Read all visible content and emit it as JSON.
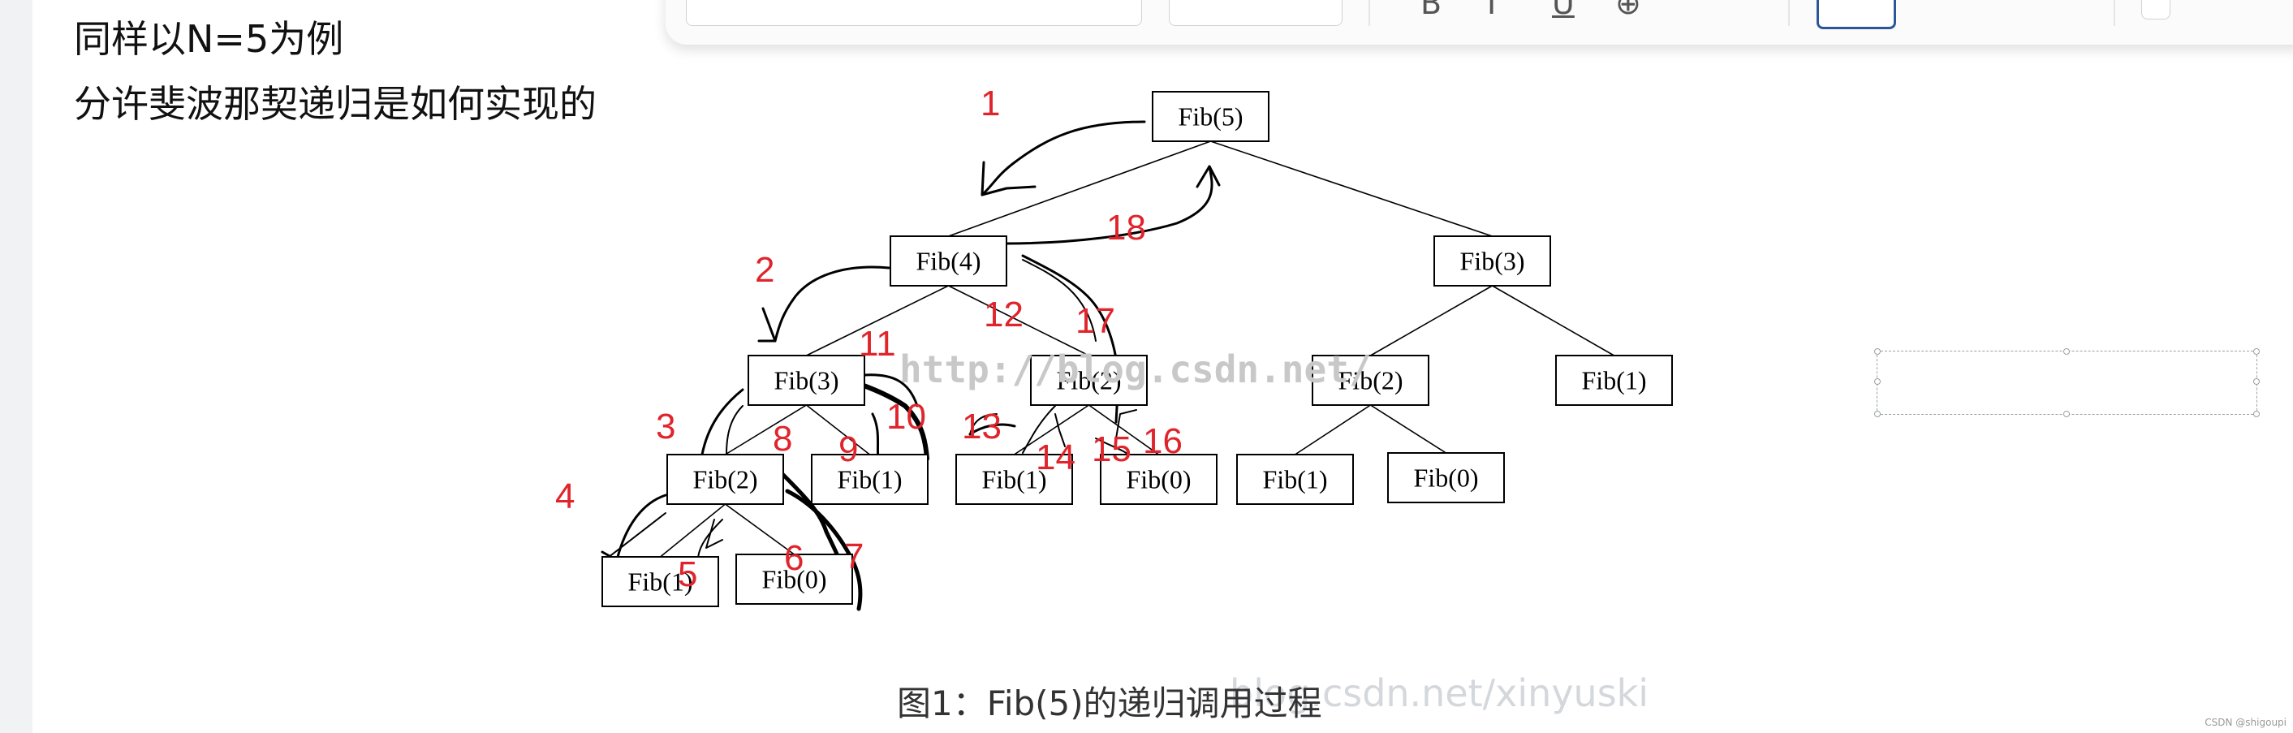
{
  "text": {
    "heading_line1": "同样以N=5为例",
    "heading_line2": "分许斐波那契递归是如何实现的",
    "figure_caption": "图1：Fib(5)的递归调用过程",
    "watermark_center": "http://blog.csdn.net/",
    "watermark_caption": "blog.csdn.net/xinyuski",
    "csdn_mark": "CSDN @shigoupi"
  },
  "tree": {
    "nodes": [
      {
        "id": "n5",
        "label": "Fib(5)"
      },
      {
        "id": "n4",
        "label": "Fib(4)"
      },
      {
        "id": "n3r",
        "label": "Fib(3)"
      },
      {
        "id": "n3l",
        "label": "Fib(3)"
      },
      {
        "id": "n2a",
        "label": "Fib(2)"
      },
      {
        "id": "n2b",
        "label": "Fib(2)"
      },
      {
        "id": "n1r",
        "label": "Fib(1)"
      },
      {
        "id": "n2l",
        "label": "Fib(2)"
      },
      {
        "id": "n1a",
        "label": "Fib(1)"
      },
      {
        "id": "n1b",
        "label": "Fib(1)"
      },
      {
        "id": "n0a",
        "label": "Fib(0)"
      },
      {
        "id": "n1c",
        "label": "Fib(1)"
      },
      {
        "id": "n0b",
        "label": "Fib(0)"
      },
      {
        "id": "n1d",
        "label": "Fib(1)"
      },
      {
        "id": "n0c",
        "label": "Fib(0)"
      }
    ],
    "edges": [
      [
        "n5",
        "n4"
      ],
      [
        "n5",
        "n3r"
      ],
      [
        "n4",
        "n3l"
      ],
      [
        "n4",
        "n2a"
      ],
      [
        "n3r",
        "n2b"
      ],
      [
        "n3r",
        "n1r"
      ],
      [
        "n3l",
        "n2l"
      ],
      [
        "n3l",
        "n1a"
      ],
      [
        "n2a",
        "n1b"
      ],
      [
        "n2a",
        "n0a"
      ],
      [
        "n2b",
        "n1c"
      ],
      [
        "n2b",
        "n0b"
      ],
      [
        "n2l",
        "n1d"
      ],
      [
        "n2l",
        "n0c"
      ]
    ]
  },
  "step_labels": [
    "1",
    "2",
    "3",
    "4",
    "5",
    "6",
    "7",
    "8",
    "9",
    "10",
    "11",
    "12",
    "13",
    "14",
    "15",
    "16",
    "17",
    "18"
  ],
  "colors": {
    "step_number": "#e0242c",
    "node_border": "#000000",
    "watermark": "#c8c8c8"
  }
}
